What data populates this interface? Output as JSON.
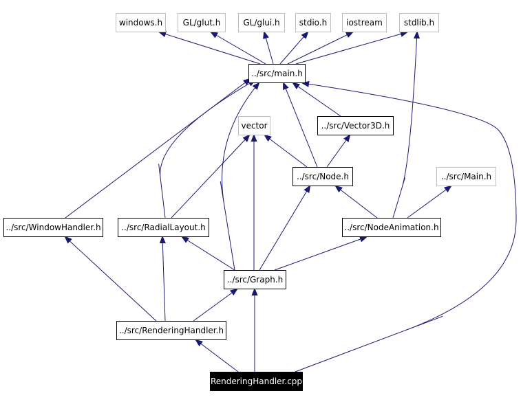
{
  "diagram": {
    "type": "include-dependency-graph",
    "root": "RenderingHandler.cpp",
    "nodes": [
      {
        "id": "windows_h",
        "label": "windows.h",
        "kind": "external"
      },
      {
        "id": "gl_glut_h",
        "label": "GL/glut.h",
        "kind": "external"
      },
      {
        "id": "gl_glui_h",
        "label": "GL/glui.h",
        "kind": "external"
      },
      {
        "id": "stdio_h",
        "label": "stdio.h",
        "kind": "external"
      },
      {
        "id": "iostream",
        "label": "iostream",
        "kind": "external"
      },
      {
        "id": "stdlib_h",
        "label": "stdlib.h",
        "kind": "external"
      },
      {
        "id": "main_h",
        "label": "../src/main.h",
        "kind": "documented"
      },
      {
        "id": "vector",
        "label": "vector",
        "kind": "external"
      },
      {
        "id": "vector3d_h",
        "label": "../src/Vector3D.h",
        "kind": "documented"
      },
      {
        "id": "node_h",
        "label": "../src/Node.h",
        "kind": "documented"
      },
      {
        "id": "main_cap_h",
        "label": "../src/Main.h",
        "kind": "external"
      },
      {
        "id": "windowhandler_h",
        "label": "../src/WindowHandler.h",
        "kind": "documented"
      },
      {
        "id": "radiallayout_h",
        "label": "../src/RadialLayout.h",
        "kind": "documented"
      },
      {
        "id": "nodeanimation_h",
        "label": "../src/NodeAnimation.h",
        "kind": "documented"
      },
      {
        "id": "graph_h",
        "label": "../src/Graph.h",
        "kind": "documented"
      },
      {
        "id": "renderinghandler_h",
        "label": "../src/RenderingHandler.h",
        "kind": "documented"
      },
      {
        "id": "renderinghandler_cpp",
        "label": "RenderingHandler.cpp",
        "kind": "root"
      }
    ],
    "edges": [
      {
        "from": "main_h",
        "to": "windows_h"
      },
      {
        "from": "main_h",
        "to": "gl_glut_h"
      },
      {
        "from": "main_h",
        "to": "gl_glui_h"
      },
      {
        "from": "main_h",
        "to": "stdio_h"
      },
      {
        "from": "main_h",
        "to": "iostream"
      },
      {
        "from": "main_h",
        "to": "stdlib_h"
      },
      {
        "from": "vector3d_h",
        "to": "main_h"
      },
      {
        "from": "node_h",
        "to": "main_h"
      },
      {
        "from": "node_h",
        "to": "vector"
      },
      {
        "from": "node_h",
        "to": "vector3d_h"
      },
      {
        "from": "windowhandler_h",
        "to": "main_h"
      },
      {
        "from": "radiallayout_h",
        "to": "main_h"
      },
      {
        "from": "radiallayout_h",
        "to": "vector"
      },
      {
        "from": "nodeanimation_h",
        "to": "node_h"
      },
      {
        "from": "nodeanimation_h",
        "to": "main_cap_h"
      },
      {
        "from": "nodeanimation_h",
        "to": "stdlib_h"
      },
      {
        "from": "graph_h",
        "to": "main_h"
      },
      {
        "from": "graph_h",
        "to": "vector"
      },
      {
        "from": "graph_h",
        "to": "node_h"
      },
      {
        "from": "graph_h",
        "to": "radiallayout_h"
      },
      {
        "from": "graph_h",
        "to": "nodeanimation_h"
      },
      {
        "from": "renderinghandler_h",
        "to": "windowhandler_h"
      },
      {
        "from": "renderinghandler_h",
        "to": "radiallayout_h"
      },
      {
        "from": "renderinghandler_h",
        "to": "graph_h"
      },
      {
        "from": "renderinghandler_cpp",
        "to": "renderinghandler_h"
      },
      {
        "from": "renderinghandler_cpp",
        "to": "graph_h"
      },
      {
        "from": "renderinghandler_cpp",
        "to": "main_h"
      }
    ]
  }
}
